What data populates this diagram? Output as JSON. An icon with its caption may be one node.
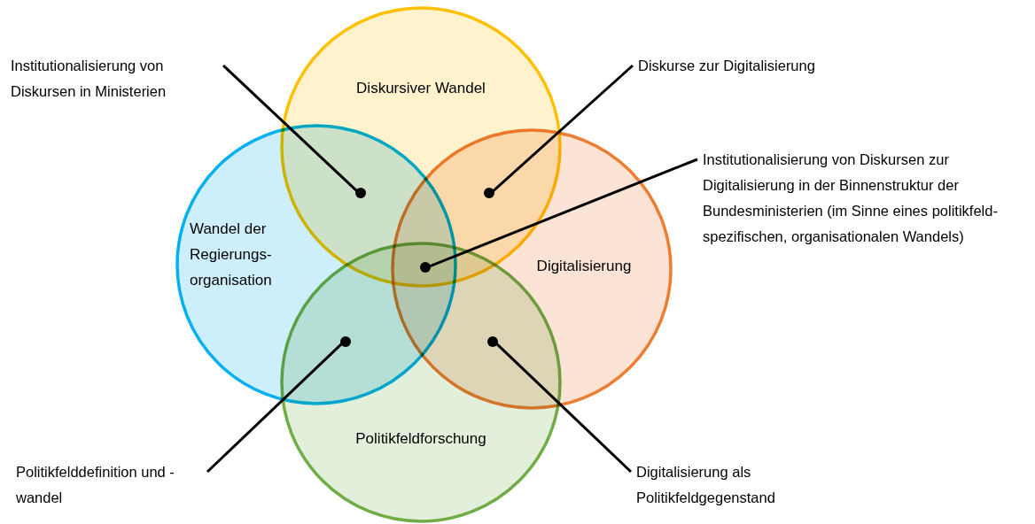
{
  "diagram": {
    "nodes": [
      {
        "text": [
          "Diskursiver Wandel"
        ]
      },
      {
        "text": [
          "Wandel der Regierungs-organisation"
        ]
      },
      {
        "text": [
          "Digitalisierung"
        ]
      },
      {
        "text": [
          "Politikfeldforschung"
        ]
      },
      {
        "text": [
          "Institutionalisierung von Diskursen in Ministerien"
        ]
      },
      {
        "text": [
          "Diskurse zur Digitalisierung"
        ]
      },
      {
        "text": [
          "Institutionalisierung von Diskursen zur Digitalisierung in der Binnenstruktur der Bundesministerien (im Sinne eines politikfeld-spezifischen, organisationalen Wandels)"
        ]
      },
      {
        "text": [
          "Politikfelddefinition und -wandel"
        ]
      },
      {
        "text": [
          "Digitalisierung als Politikfeldgegenstand"
        ]
      },
      {
        "text": [],
        "shape": "circle"
      },
      {
        "text": [],
        "shape": "circle"
      },
      {
        "text": [],
        "shape": "circle"
      },
      {
        "text": [],
        "shape": "circle"
      },
      {
        "text": [],
        "shape": "circle"
      }
    ],
    "edges": [
      {
        "from": 4,
        "to": 9,
        "arrow": "none"
      },
      {
        "from": 5,
        "to": 10,
        "arrow": "none"
      },
      {
        "from": 6,
        "to": 11,
        "arrow": "none"
      },
      {
        "from": 7,
        "to": 12,
        "arrow": "none"
      },
      {
        "from": 8,
        "to": 13,
        "arrow": "none"
      }
    ]
  }
}
